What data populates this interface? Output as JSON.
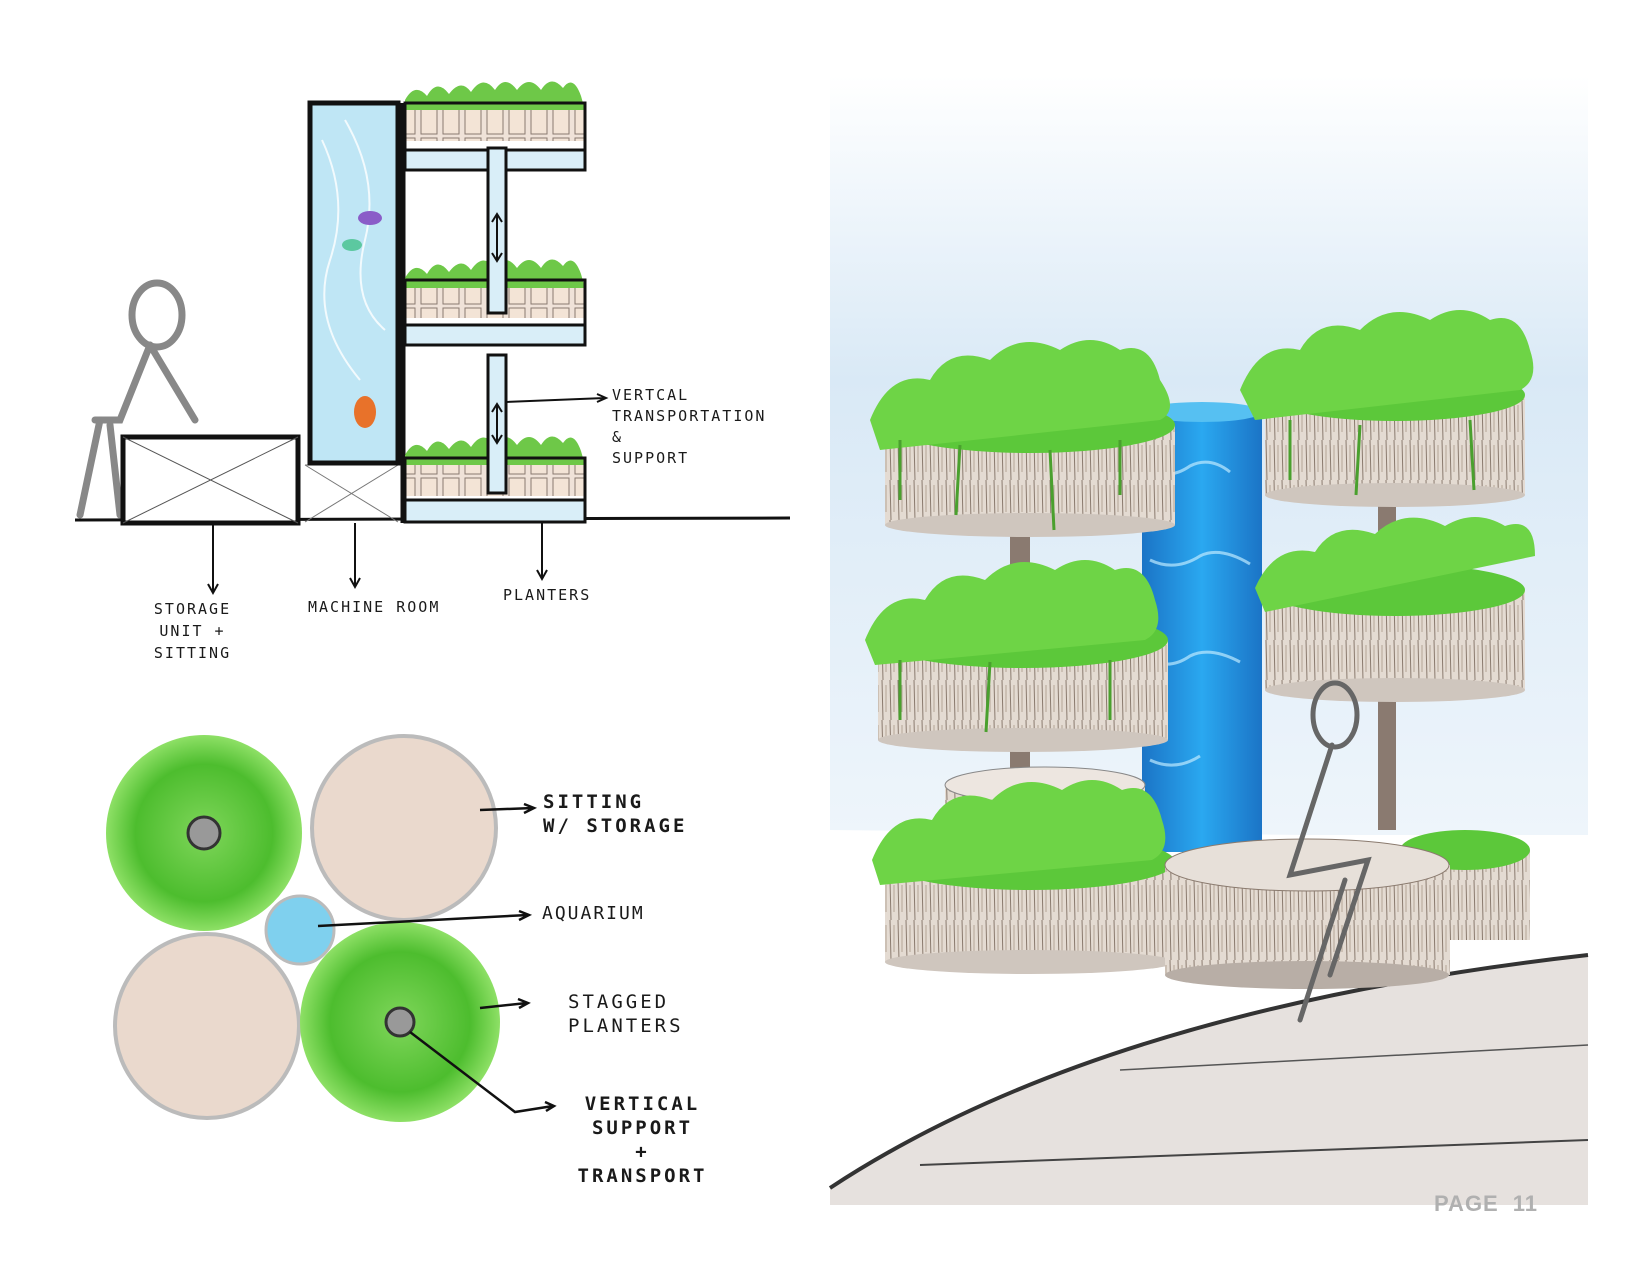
{
  "section_diagram": {
    "callouts": {
      "vertical": "VERTCAL\nTRANSPORTATION\n&\nSUPPORT",
      "storage": "STORAGE\nUNIT +\nSITTING",
      "machine": "MACHINE ROOM",
      "planters": "PLANTERS"
    }
  },
  "plan_diagram": {
    "callouts": {
      "sitting": "SITTING\nW/ STORAGE",
      "aquarium": "AQUARIUM",
      "stagged": "STAGGED\nPLANTERS",
      "vertical": "VERTICAL\nSUPPORT\n+\nTRANSPORT"
    }
  },
  "colors": {
    "foliage": "#5cc83a",
    "water": "#1e90d8",
    "water_light": "#bfe6f5",
    "concrete": "#e8d8cc",
    "sky": "#d6e8f6"
  },
  "footer": {
    "page_label": "PAGE",
    "page_number": "11"
  }
}
